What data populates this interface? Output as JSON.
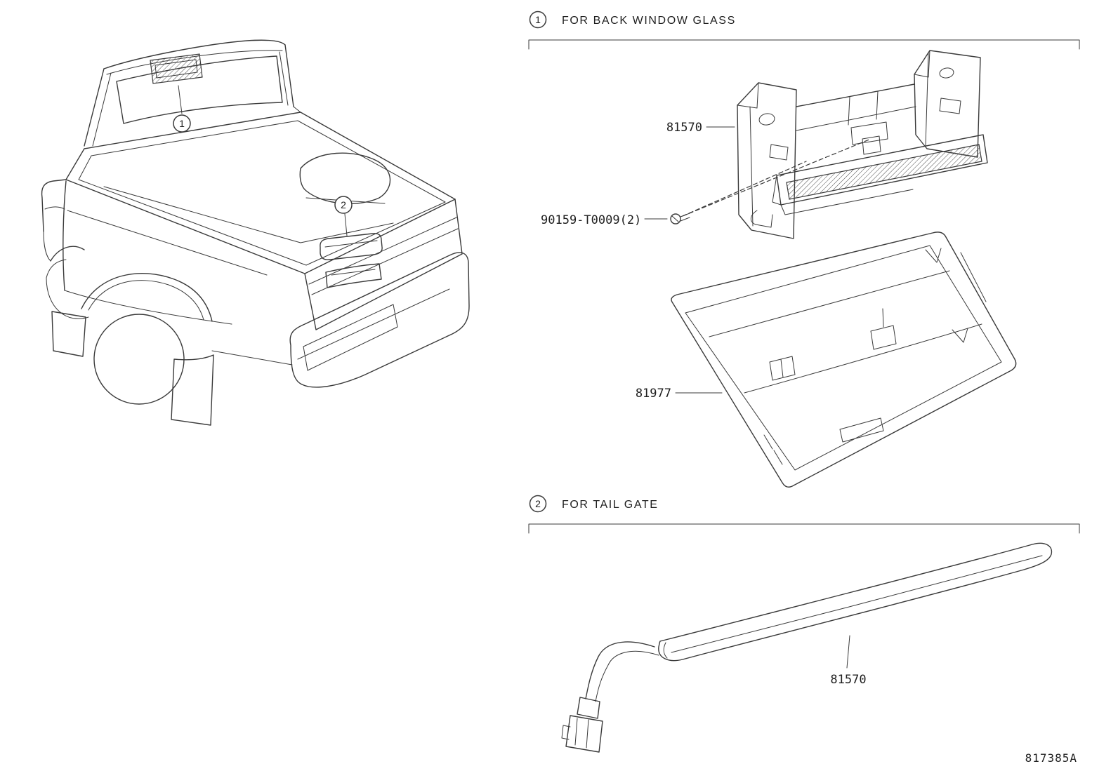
{
  "page": {
    "background": "#ffffff",
    "line_color": "#3a3a3a",
    "footer_code": "817385A"
  },
  "overview": {
    "callout_back_window": "1",
    "callout_tail_gate": "2"
  },
  "section_back_window": {
    "callout": "1",
    "title": "FOR BACK WINDOW GLASS",
    "part_lamp_assembly": "81570",
    "part_screw": "90159-T0009(2)",
    "part_garnish": "81977"
  },
  "section_tail_gate": {
    "callout": "2",
    "title": "FOR TAIL GATE",
    "part_lamp_assembly": "81570"
  }
}
